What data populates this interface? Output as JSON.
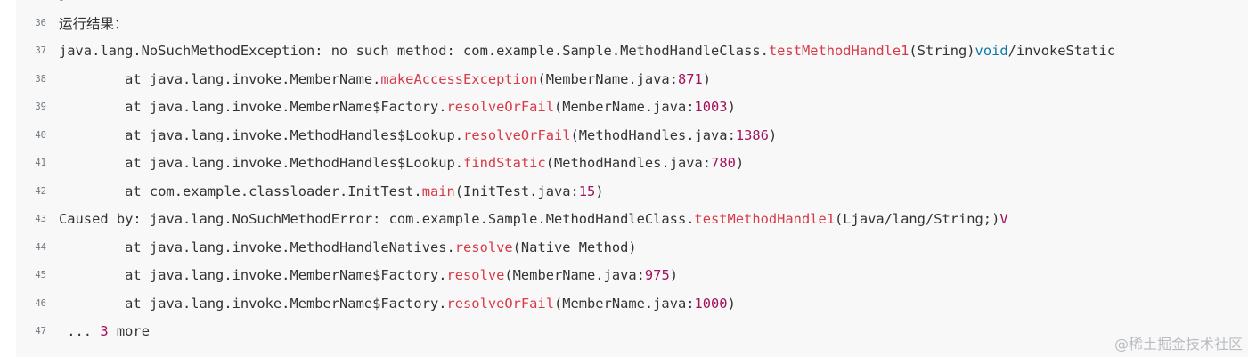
{
  "lines": [
    {
      "num": "36",
      "parts": [
        {
          "t": "运行结果：",
          "c": ""
        }
      ]
    },
    {
      "num": "37",
      "parts": [
        {
          "t": "java.lang.NoSuchMethodException: no such method: com.example.Sample.MethodHandleClass.",
          "c": ""
        },
        {
          "t": "testMethodHandle1",
          "c": "m"
        },
        {
          "t": "(String)",
          "c": ""
        },
        {
          "t": "void",
          "c": "k"
        },
        {
          "t": "/invokeStatic",
          "c": ""
        }
      ]
    },
    {
      "num": "38",
      "parts": [
        {
          "t": "        at java.lang.invoke.MemberName.",
          "c": ""
        },
        {
          "t": "makeAccessException",
          "c": "m"
        },
        {
          "t": "(MemberName.java:",
          "c": ""
        },
        {
          "t": "871",
          "c": "n"
        },
        {
          "t": ")",
          "c": ""
        }
      ]
    },
    {
      "num": "39",
      "parts": [
        {
          "t": "        at java.lang.invoke.MemberName$Factory.",
          "c": ""
        },
        {
          "t": "resolveOrFail",
          "c": "m"
        },
        {
          "t": "(MemberName.java:",
          "c": ""
        },
        {
          "t": "1003",
          "c": "n"
        },
        {
          "t": ")",
          "c": ""
        }
      ]
    },
    {
      "num": "40",
      "parts": [
        {
          "t": "        at java.lang.invoke.MethodHandles$Lookup.",
          "c": ""
        },
        {
          "t": "resolveOrFail",
          "c": "m"
        },
        {
          "t": "(MethodHandles.java:",
          "c": ""
        },
        {
          "t": "1386",
          "c": "n"
        },
        {
          "t": ")",
          "c": ""
        }
      ]
    },
    {
      "num": "41",
      "parts": [
        {
          "t": "        at java.lang.invoke.MethodHandles$Lookup.",
          "c": ""
        },
        {
          "t": "findStatic",
          "c": "m"
        },
        {
          "t": "(MethodHandles.java:",
          "c": ""
        },
        {
          "t": "780",
          "c": "n"
        },
        {
          "t": ")",
          "c": ""
        }
      ]
    },
    {
      "num": "42",
      "parts": [
        {
          "t": "        at com.example.classloader.InitTest.",
          "c": ""
        },
        {
          "t": "main",
          "c": "m"
        },
        {
          "t": "(InitTest.java:",
          "c": ""
        },
        {
          "t": "15",
          "c": "n"
        },
        {
          "t": ")",
          "c": ""
        }
      ]
    },
    {
      "num": "43",
      "parts": [
        {
          "t": "Caused by: java.lang.NoSuchMethodError: com.example.Sample.MethodHandleClass.",
          "c": ""
        },
        {
          "t": "testMethodHandle1",
          "c": "m"
        },
        {
          "t": "(Ljava/lang/String;)",
          "c": ""
        },
        {
          "t": "V",
          "c": "n"
        }
      ]
    },
    {
      "num": "44",
      "parts": [
        {
          "t": "        at java.lang.invoke.MethodHandleNatives.",
          "c": ""
        },
        {
          "t": "resolve",
          "c": "m"
        },
        {
          "t": "(Native Method)",
          "c": ""
        }
      ]
    },
    {
      "num": "45",
      "parts": [
        {
          "t": "        at java.lang.invoke.MemberName$Factory.",
          "c": ""
        },
        {
          "t": "resolve",
          "c": "m"
        },
        {
          "t": "(MemberName.java:",
          "c": ""
        },
        {
          "t": "975",
          "c": "n"
        },
        {
          "t": ")",
          "c": ""
        }
      ]
    },
    {
      "num": "46",
      "parts": [
        {
          "t": "        at java.lang.invoke.MemberName$Factory.",
          "c": ""
        },
        {
          "t": "resolveOrFail",
          "c": "m"
        },
        {
          "t": "(MemberName.java:",
          "c": ""
        },
        {
          "t": "1000",
          "c": "n"
        },
        {
          "t": ")",
          "c": ""
        }
      ]
    },
    {
      "num": "47",
      "parts": [
        {
          "t": " ... ",
          "c": ""
        },
        {
          "t": "3",
          "c": "n"
        },
        {
          "t": " more",
          "c": ""
        }
      ]
    }
  ],
  "watermark": "@稀土掘金技术社区",
  "colors": {
    "method": "#d73a49",
    "number": "#a0135e",
    "keyword": "#0e7aa8",
    "text": "#333333",
    "line_number": "#6e7781",
    "background": "#f8f8f8"
  }
}
